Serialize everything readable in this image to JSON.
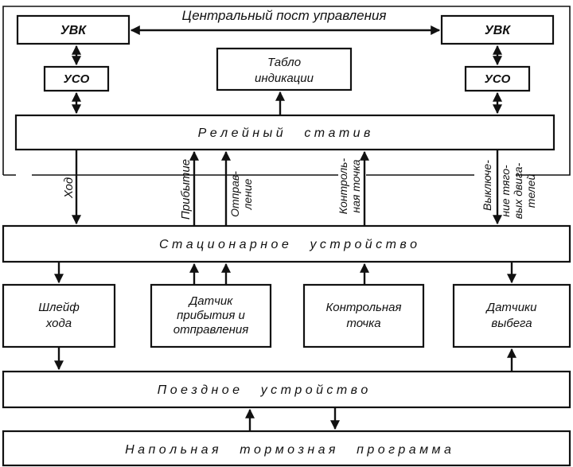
{
  "central_post": {
    "title": "Центральный пост управления"
  },
  "blocks": {
    "uvk_left": "УВК",
    "uvk_right": "УВК",
    "uso_left": "УСО",
    "uso_right": "УСО",
    "display_line1": "Табло",
    "display_line2": "индикации",
    "relay_rack": "Р е л е й н ы й      с т а т и в",
    "stationary_device": "С т а ц и о н а р н о е      у с т р о й с т в о",
    "loop_line1": "Шлейф",
    "loop_line2": "хода",
    "sensor_line1": "Датчик",
    "sensor_line2": "прибытия и",
    "sensor_line3": "отправления",
    "checkpoint_line1": "Контрольная",
    "checkpoint_line2": "точка",
    "coast_line1": "Датчики",
    "coast_line2": "выбега",
    "onboard_device": "П о е з д н о е      у с т р о й с т в о",
    "braking_program": "Н а п о л ь н а я      т о р м о з н а я      п р о г р а м м а"
  },
  "signals": {
    "run": "Ход",
    "arrival": "Прибытие",
    "departure_line1": "Отправ-",
    "departure_line2": "ление",
    "checkpoint_line1": "Контроль-",
    "checkpoint_line2": "ная точка",
    "motors_off_line1": "Выключе-",
    "motors_off_line2": "ние тяго-",
    "motors_off_line3": "вых двига-",
    "motors_off_line4": "телей"
  }
}
